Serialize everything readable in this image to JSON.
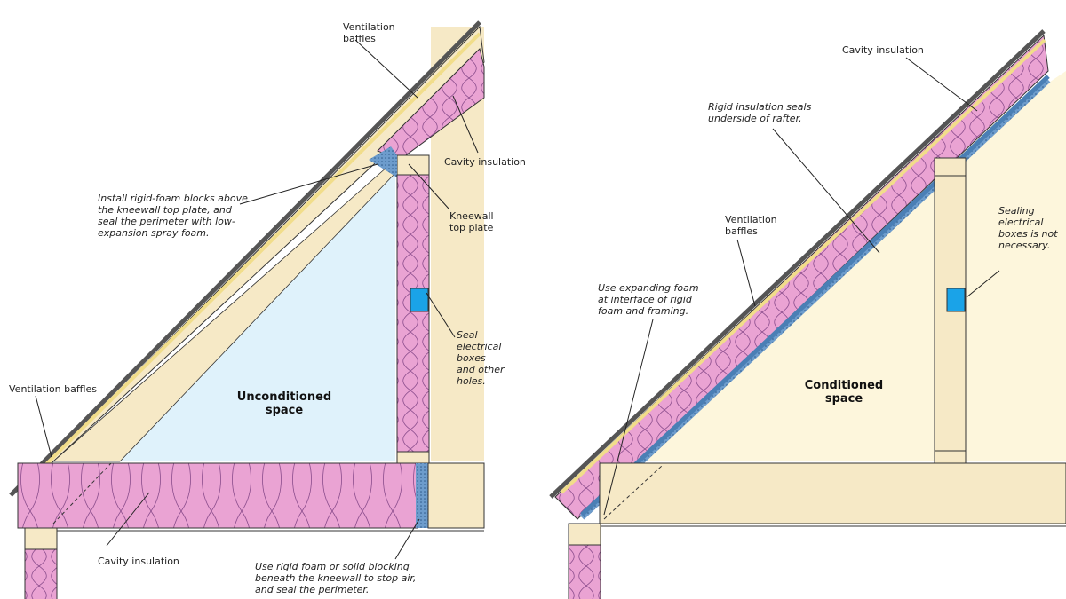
{
  "left": {
    "space_label": "Unconditioned\nspace",
    "labels": {
      "ventilation_baffles_top": "Ventilation\nbaffles",
      "cavity_insulation_top": "Cavity insulation",
      "rigid_foam_blocks": "Install rigid-foam blocks above\nthe kneewall top plate, and\nseal the perimeter with low-\nexpansion spray foam.",
      "kneewall_top_plate": "Kneewall\ntop plate",
      "seal_boxes": "Seal\nelectrical\nboxes\nand other\nholes.",
      "ventilation_baffles_bottom": "Ventilation baffles",
      "cavity_insulation_bottom": "Cavity insulation",
      "rigid_blocking": "Use rigid foam or solid blocking\nbeneath the kneewall to stop air,\nand seal the perimeter."
    }
  },
  "right": {
    "space_label": "Conditioned\nspace",
    "labels": {
      "cavity_insulation": "Cavity insulation",
      "rigid_seals": "Rigid insulation seals\nunderside of rafter.",
      "ventilation_baffles": "Ventilation\nbaffles",
      "expanding_foam": "Use expanding foam\nat interface of rigid\nfoam and framing.",
      "sealing_not_necessary": "Sealing\nelectrical\nboxes is not\nnecessary."
    }
  },
  "colors": {
    "insulation": "#eaa3d3",
    "wood": "#f6e9c6",
    "unconditioned": "#dff2fb",
    "conditioned": "#fdf6dc",
    "box": "#1aa3e8",
    "foam": "#4a7fb5"
  }
}
